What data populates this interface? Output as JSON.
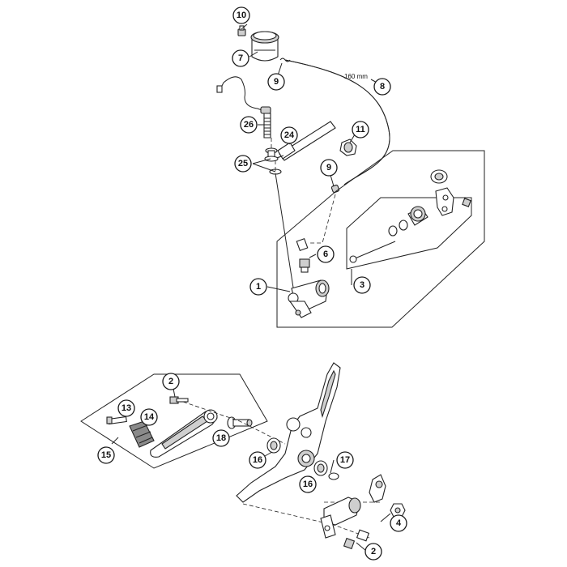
{
  "dimension_label": "160 mm",
  "callouts": [
    {
      "id": "c10",
      "label": "10"
    },
    {
      "id": "c7",
      "label": "7"
    },
    {
      "id": "c9a",
      "label": "9"
    },
    {
      "id": "c8",
      "label": "8"
    },
    {
      "id": "c26",
      "label": "26"
    },
    {
      "id": "c24",
      "label": "24"
    },
    {
      "id": "c11",
      "label": "11"
    },
    {
      "id": "c25",
      "label": "25"
    },
    {
      "id": "c9b",
      "label": "9"
    },
    {
      "id": "c6",
      "label": "6"
    },
    {
      "id": "c1",
      "label": "1"
    },
    {
      "id": "c3",
      "label": "3"
    },
    {
      "id": "c2a",
      "label": "2"
    },
    {
      "id": "c13",
      "label": "13"
    },
    {
      "id": "c14",
      "label": "14"
    },
    {
      "id": "c18",
      "label": "18"
    },
    {
      "id": "c15",
      "label": "15"
    },
    {
      "id": "c16a",
      "label": "16"
    },
    {
      "id": "c17",
      "label": "17"
    },
    {
      "id": "c16b",
      "label": "16"
    },
    {
      "id": "c4",
      "label": "4"
    },
    {
      "id": "c2b",
      "label": "2"
    }
  ]
}
